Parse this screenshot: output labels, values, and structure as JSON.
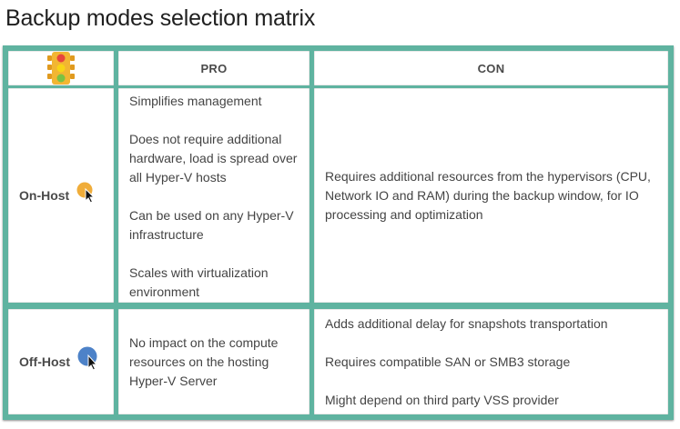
{
  "title": "Backup modes selection matrix",
  "header": {
    "col1_icon": "traffic-light-icon",
    "pro": "PRO",
    "con": "CON"
  },
  "rows": [
    {
      "label": "On-Host",
      "icon": "orange-dot-cursor-icon",
      "icon_color": "#f0ad3a",
      "pro": [
        "Simplifies management",
        "Does not require additional hardware, load is spread over all Hyper-V hosts",
        "Can be used on any Hyper-V infrastructure",
        "Scales with virtualization environment"
      ],
      "con": [
        "Requires additional resources from the hypervisors (CPU, Network IO and RAM) during the backup window, for IO processing and optimization"
      ]
    },
    {
      "label": "Off-Host",
      "icon": "blue-dot-cursor-icon",
      "icon_color": "#4d82c8",
      "pro": [
        "No impact on the compute resources on the hosting Hyper-V Server"
      ],
      "con": [
        "Adds additional delay for snapshots transportation",
        "Requires compatible SAN or SMB3 storage",
        "Might depend on third party VSS provider"
      ]
    }
  ],
  "colors": {
    "border": "#5fb3a0",
    "traffic_light_body": "#f2b632",
    "red": "#e8453c",
    "yellow": "#f7d417",
    "green": "#7cc242"
  }
}
